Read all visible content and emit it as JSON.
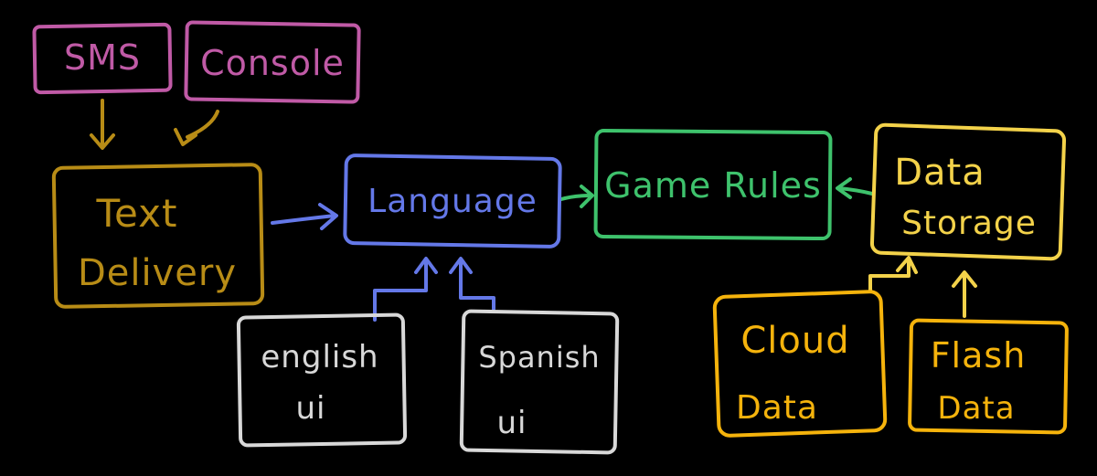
{
  "diagram": {
    "nodes": {
      "sms": {
        "label": "SMS",
        "color": "#c05aa6"
      },
      "console": {
        "label": "Console",
        "color": "#c05aa6"
      },
      "text_delivery": {
        "line1": "Text",
        "line2": "Delivery",
        "color": "#b88c16"
      },
      "language": {
        "label": "Language",
        "color": "#6478e8"
      },
      "game_rules": {
        "label": "Game Rules",
        "color": "#3ec26c"
      },
      "data_storage": {
        "line1": "Data",
        "line2": "Storage",
        "color": "#f3d24a"
      },
      "english_ui": {
        "line1": "english",
        "line2": "ui",
        "color": "#d8d8d8"
      },
      "spanish_ui": {
        "line1": "Spanish",
        "line2": "ui",
        "color": "#d8d8d8"
      },
      "cloud_data": {
        "line1": "Cloud",
        "line2": "Data",
        "color": "#f5b30c"
      },
      "flash_data": {
        "line1": "Flash",
        "line2": "Data",
        "color": "#f5b30c"
      }
    },
    "edges": [
      {
        "from": "sms",
        "to": "text_delivery",
        "color": "#b88c16"
      },
      {
        "from": "console",
        "to": "text_delivery",
        "color": "#b88c16"
      },
      {
        "from": "text_delivery",
        "to": "language",
        "color": "#6478e8"
      },
      {
        "from": "english_ui",
        "to": "language",
        "color": "#6478e8"
      },
      {
        "from": "spanish_ui",
        "to": "language",
        "color": "#6478e8"
      },
      {
        "from": "language",
        "to": "game_rules",
        "color": "#3ec26c"
      },
      {
        "from": "data_storage",
        "to": "game_rules",
        "color": "#3ec26c"
      },
      {
        "from": "cloud_data",
        "to": "data_storage",
        "color": "#f3d24a"
      },
      {
        "from": "flash_data",
        "to": "data_storage",
        "color": "#f3d24a"
      }
    ]
  }
}
